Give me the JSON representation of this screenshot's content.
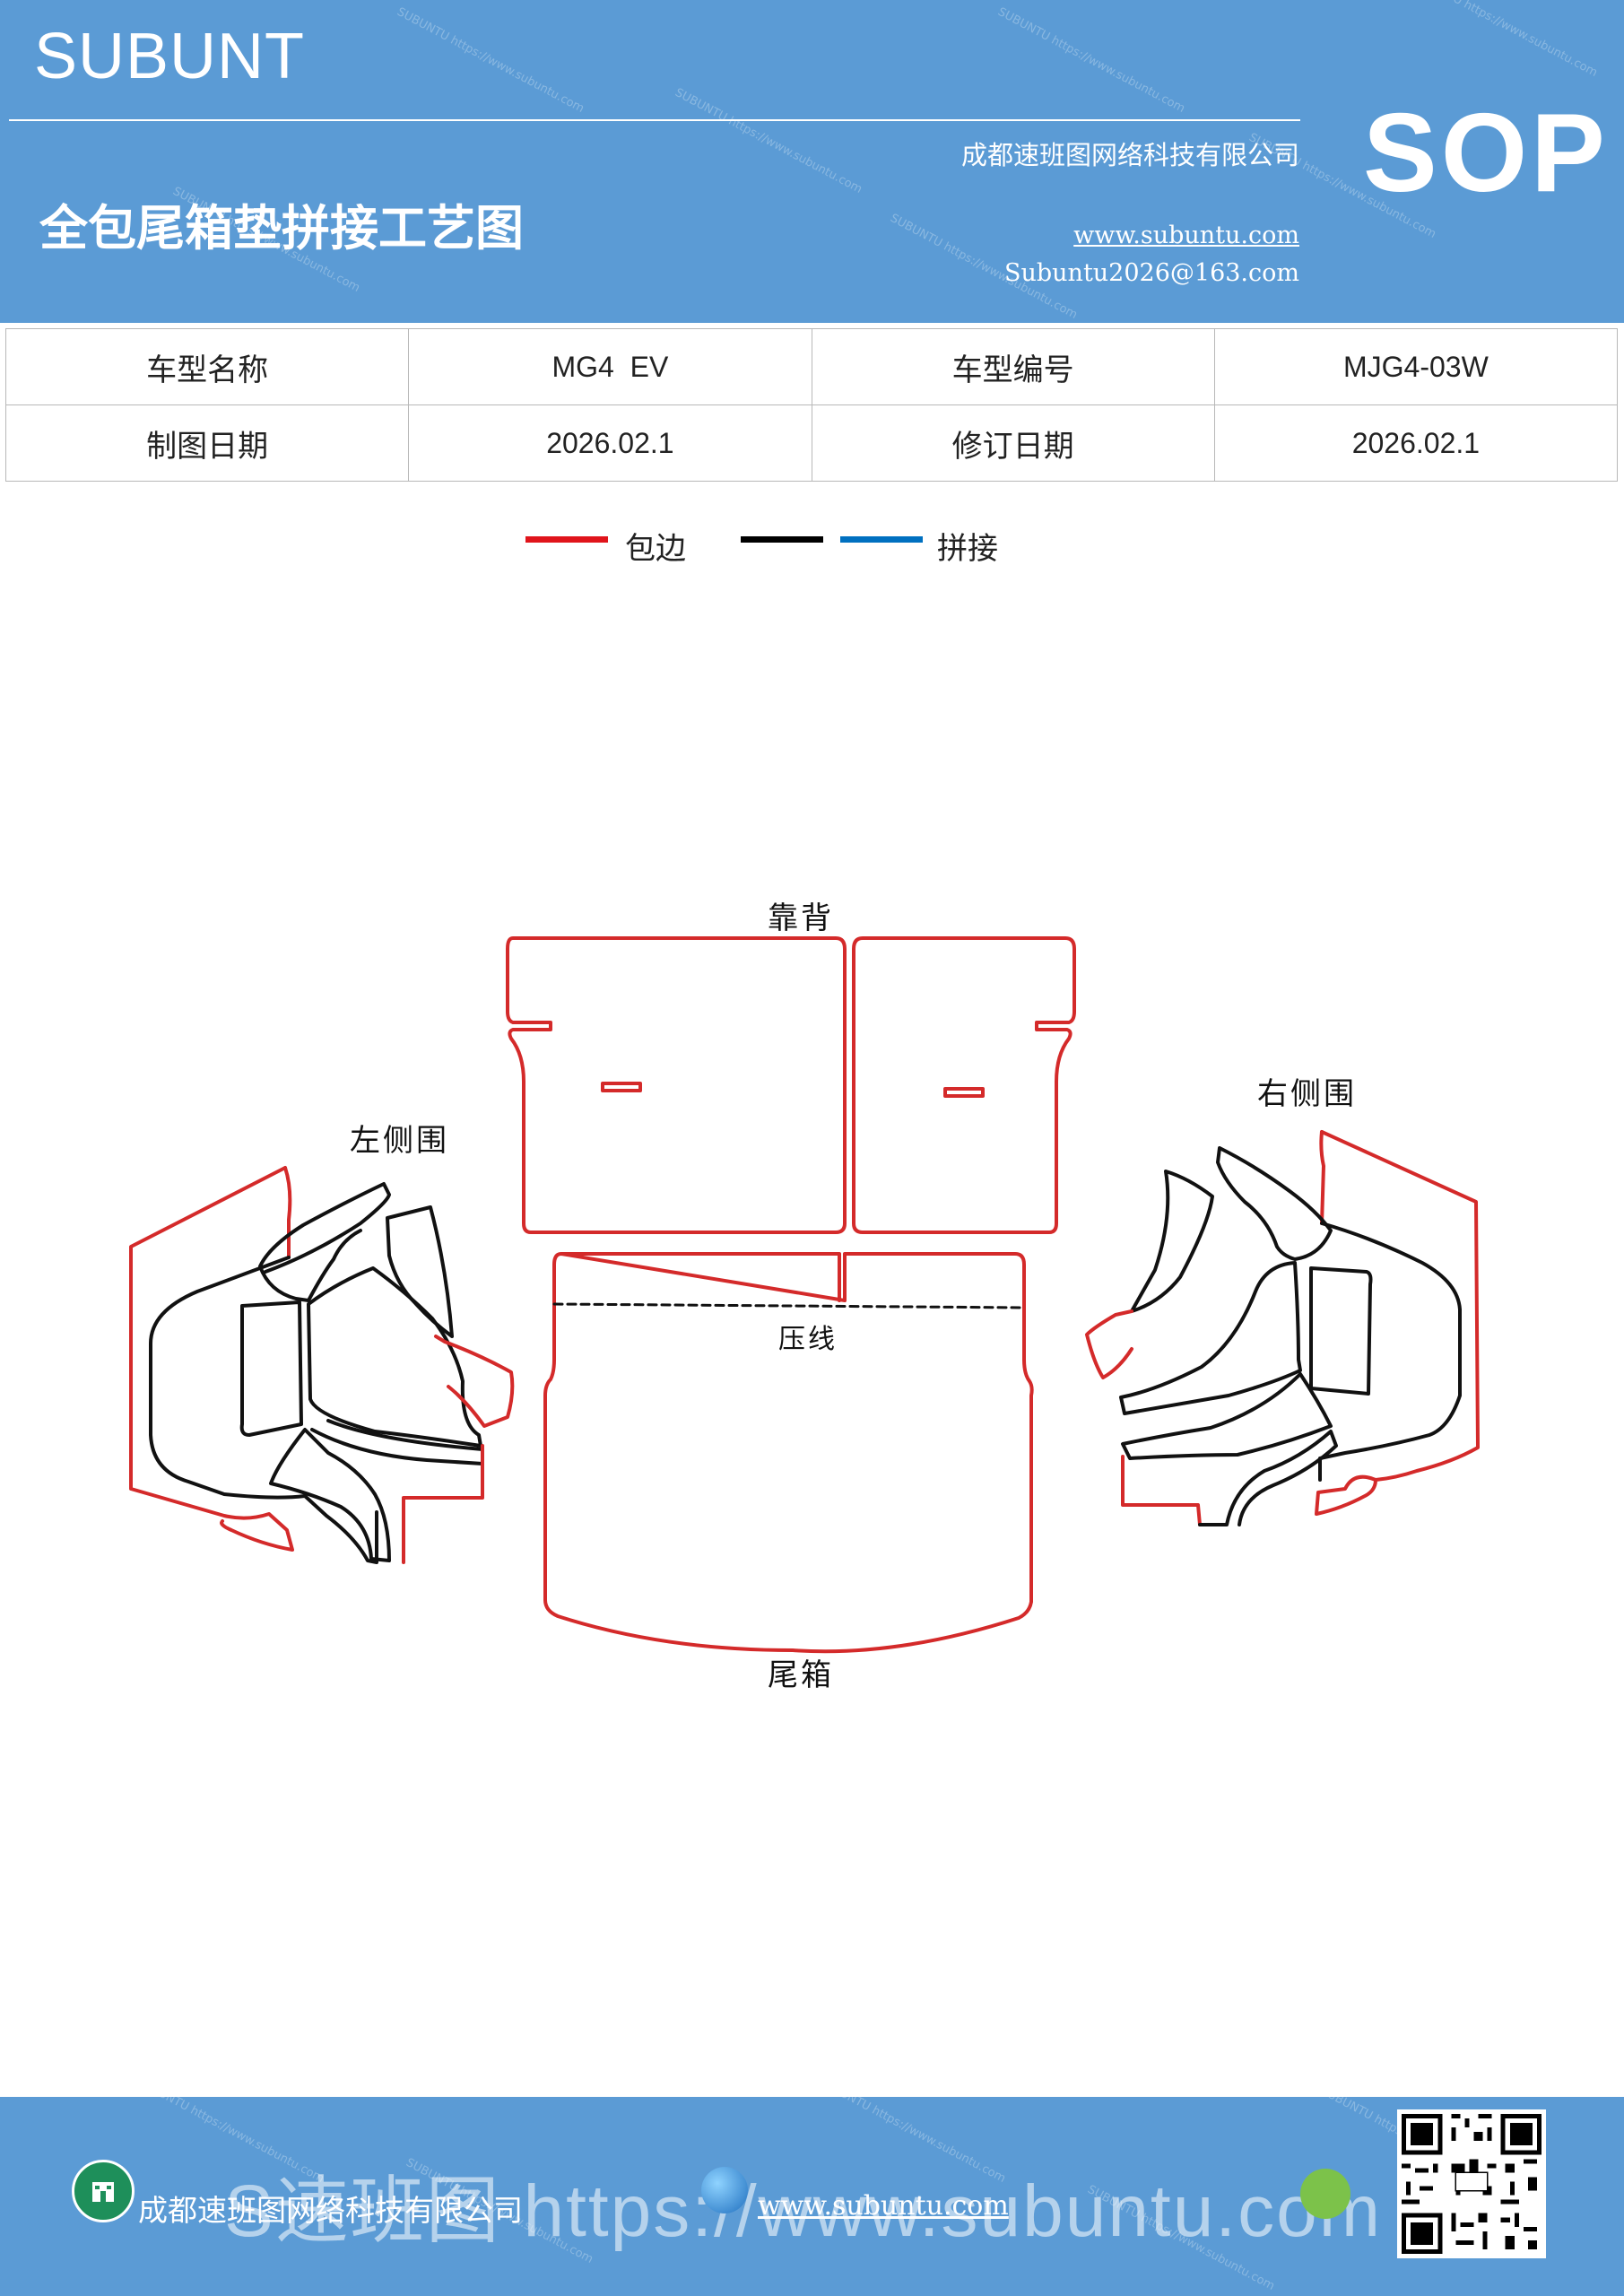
{
  "header": {
    "brand": "SUBUNT",
    "title": "全包尾箱垫拼接工艺图",
    "company": "成都速班图网络科技有限公司",
    "website": "www.subuntu.com",
    "email": "Subuntu2026@163.com",
    "badge": "SOP"
  },
  "info_table": {
    "rows": [
      {
        "label1": "车型名称",
        "value1": "MG4  EV",
        "label2": "车型编号",
        "value2": "MJG4-03W"
      },
      {
        "label1": "制图日期",
        "value1": "2026.02.1",
        "label2": "修订日期",
        "value2": "2026.02.1"
      }
    ]
  },
  "legend": {
    "items": [
      {
        "label": "包边",
        "color": "#e0141b"
      },
      {
        "label": "",
        "color": "#000000"
      },
      {
        "label": "拼接",
        "color": "#0070c0"
      }
    ]
  },
  "diagram": {
    "labels": {
      "backrest": "靠背",
      "left_side": "左侧围",
      "right_side": "右侧围",
      "crease": "压线",
      "trunk": "尾箱"
    },
    "colors": {
      "edge": "#d42a2a",
      "seam": "#111111"
    }
  },
  "footer": {
    "company": "成都速班图网络科技有限公司",
    "website": "www.subuntu.com",
    "overlay_text": "S速班图 https://www.subuntu.com"
  }
}
